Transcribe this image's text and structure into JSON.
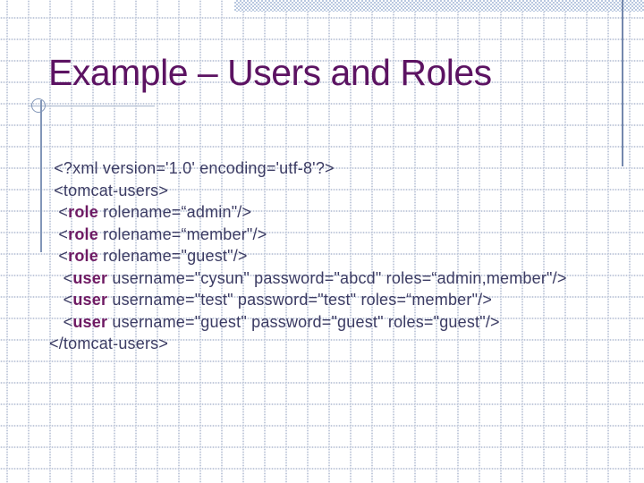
{
  "slide": {
    "title": "Example – Users and Roles"
  },
  "colors": {
    "title": "#5c1362",
    "code_text": "#3b3b63",
    "code_tag": "#6e1a63",
    "grid_dot": "#c3cbdc",
    "band_blue": "#b9c8e0",
    "line_steel": "#8296b8",
    "accent_line": "#7488ad"
  },
  "code": {
    "lines": [
      {
        "segments": [
          {
            "text": " <?xml version='1.0' encoding='utf-8'?>",
            "tag": false
          }
        ]
      },
      {
        "segments": [
          {
            "text": " <tomcat-users>",
            "tag": false
          }
        ]
      },
      {
        "segments": [
          {
            "text": "  <",
            "tag": false
          },
          {
            "text": "role",
            "tag": true
          },
          {
            "text": " rolename=“admin\"/>",
            "tag": false
          }
        ]
      },
      {
        "segments": [
          {
            "text": "  <",
            "tag": false
          },
          {
            "text": "role",
            "tag": true
          },
          {
            "text": " rolename=“member\"/>",
            "tag": false
          }
        ]
      },
      {
        "segments": [
          {
            "text": "  <",
            "tag": false
          },
          {
            "text": "role",
            "tag": true
          },
          {
            "text": " rolename=\"guest\"/>",
            "tag": false
          }
        ]
      },
      {
        "segments": [
          {
            "text": "   <",
            "tag": false
          },
          {
            "text": "user",
            "tag": true
          },
          {
            "text": " username=\"cysun\" password=\"abcd\" roles=“admin,member\"/>",
            "tag": false
          }
        ]
      },
      {
        "segments": [
          {
            "text": "   <",
            "tag": false
          },
          {
            "text": "user",
            "tag": true
          },
          {
            "text": " username=\"test\" password=\"test\" roles=“member\"/>",
            "tag": false
          }
        ]
      },
      {
        "segments": [
          {
            "text": "   <",
            "tag": false
          },
          {
            "text": "user",
            "tag": true
          },
          {
            "text": " username=\"guest\" password=\"guest\" roles=\"guest\"/>",
            "tag": false
          }
        ]
      },
      {
        "segments": [
          {
            "text": "</tomcat-users>",
            "tag": false
          }
        ]
      }
    ]
  }
}
